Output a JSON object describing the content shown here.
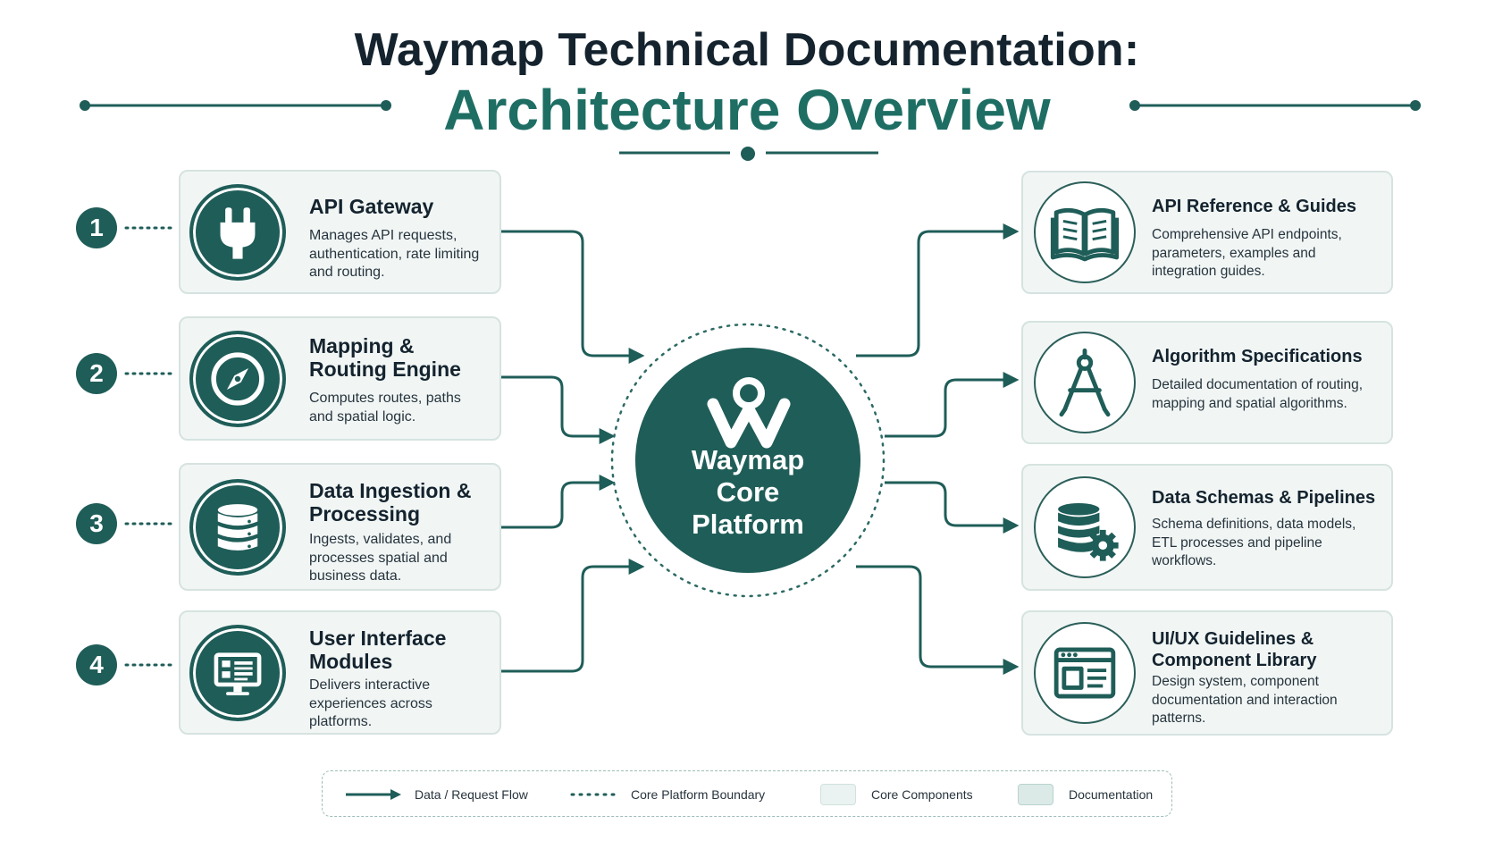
{
  "title": {
    "line1": "Waymap Technical Documentation:",
    "line2": "Architecture Overview"
  },
  "hub": {
    "lines": [
      "Waymap",
      "Core",
      "Platform"
    ],
    "logo_icon": "waymap-logo-icon"
  },
  "components": [
    {
      "number": "1",
      "title": "API Gateway",
      "description": "Manages API requests, authentication, rate limiting and routing.",
      "icon": "plug-icon"
    },
    {
      "number": "2",
      "title": "Mapping & Routing Engine",
      "description": "Computes routes, paths and spatial logic.",
      "icon": "compass-icon"
    },
    {
      "number": "3",
      "title": "Data Ingestion & Processing",
      "description": "Ingests, validates, and processes spatial and business data.",
      "icon": "database-icon"
    },
    {
      "number": "4",
      "title": "User Interface Modules",
      "description": "Delivers interactive experiences across platforms.",
      "icon": "monitor-icon"
    }
  ],
  "documentation": [
    {
      "title": "API Reference & Guides",
      "description": "Comprehensive API endpoints, parameters, examples and integration guides.",
      "icon": "book-icon"
    },
    {
      "title": "Algorithm Specifications",
      "description": "Detailed documentation of routing, mapping and spatial algorithms.",
      "icon": "drafting-compass-icon"
    },
    {
      "title": "Data Schemas & Pipelines",
      "description": "Schema definitions, data models, ETL processes and pipeline workflows.",
      "icon": "database-gear-icon"
    },
    {
      "title": "UI/UX Guidelines & Component Library",
      "description": "Design system, component documentation and interaction patterns.",
      "icon": "browser-layout-icon"
    }
  ],
  "legend": {
    "flow": "Data / Request Flow",
    "boundary": "Core Platform Boundary",
    "core": "Core Components",
    "docs": "Documentation"
  },
  "colors": {
    "primary": "#1f5d58",
    "title_accent": "#1e6e64",
    "card_bg": "#f1f6f5",
    "card_border": "#d6e3e0",
    "dark_text": "#14232e"
  }
}
